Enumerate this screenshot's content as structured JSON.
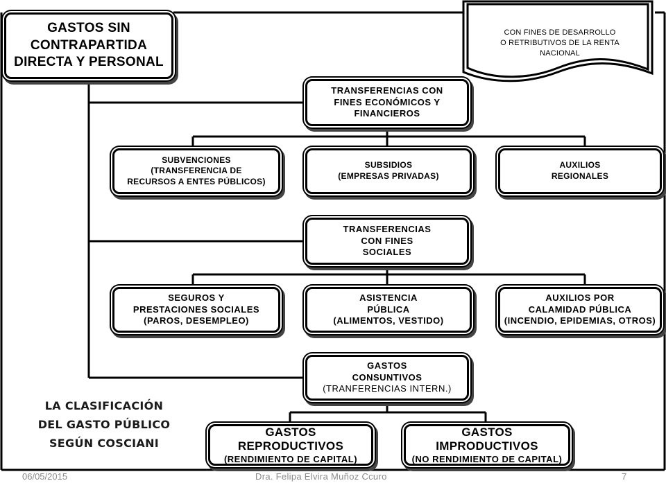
{
  "diagram": {
    "root": {
      "lines": [
        "GASTOS SIN",
        "CONTRAPARTIDA",
        "DIRECTA Y PERSONAL"
      ]
    },
    "banner": {
      "lines": [
        "CON FINES DE DESARROLLO",
        "O RETRIBUTIVOS DE LA RENTA",
        "NACIONAL"
      ]
    },
    "transferencias_economicas": {
      "lines": [
        "TRANSFERENCIAS CON",
        "FINES ECONÓMICOS Y",
        "FINANCIEROS"
      ],
      "children": [
        {
          "lines": [
            "SUBVENCIONES",
            "(TRANSFERENCIA DE",
            "RECURSOS A ENTES PÚBLICOS)"
          ]
        },
        {
          "lines": [
            "SUBSIDIOS",
            "(EMPRESAS PRIVADAS)"
          ]
        },
        {
          "lines": [
            "AUXILIOS",
            "REGIONALES"
          ]
        }
      ]
    },
    "transferencias_sociales": {
      "lines": [
        "TRANSFERENCIAS",
        "CON FINES",
        "SOCIALES"
      ],
      "children": [
        {
          "lines": [
            "SEGUROS Y",
            "PRESTACIONES SOCIALES",
            "(PAROS, DESEMPLEO)"
          ]
        },
        {
          "lines": [
            "ASISTENCIA",
            "PÚBLICA",
            "(ALIMENTOS, VESTIDO)"
          ]
        },
        {
          "lines": [
            "AUXILIOS POR",
            "CALAMIDAD PÚBLICA",
            "(INCENDIO, EPIDEMIAS, OTROS)"
          ]
        }
      ]
    },
    "gastos_consuntivos": {
      "lines": [
        "GASTOS",
        "CONSUNTIVOS",
        "(TRANFERENCIAS INTERN.)"
      ],
      "children": [
        {
          "lines": [
            "GASTOS",
            "REPRODUCTIVOS",
            "(RENDIMIENTO DE CAPITAL)"
          ]
        },
        {
          "lines": [
            "GASTOS",
            "IMPRODUCTIVOS",
            "(NO RENDIMIENTO DE CAPITAL)"
          ]
        }
      ]
    },
    "caption": [
      "LA CLASIFICACIÓN",
      "DEL GASTO PÚBLICO",
      "SEGÚN COSCIANI"
    ]
  },
  "footer": {
    "date": "06/05/2015",
    "author": "Dra. Felipa Elvira Muñoz Ccuro",
    "page": "7"
  }
}
